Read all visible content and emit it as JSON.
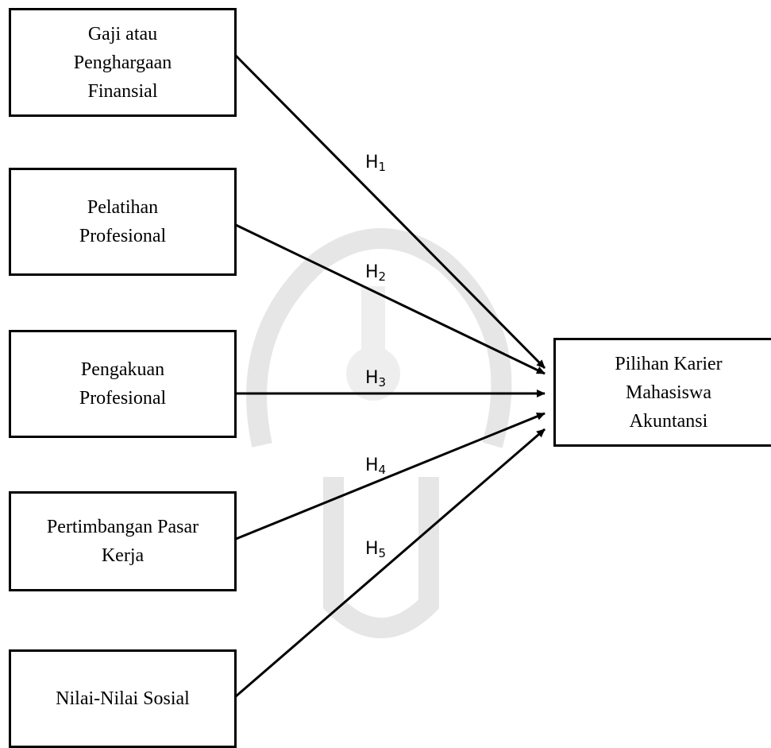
{
  "colors": {
    "line": "#000000",
    "watermark": "#e6e6e6"
  },
  "boxes": {
    "gaji": "Gaji atau\nPenghargaan\nFinansial",
    "pelatihan": "Pelatihan\nProfesional",
    "pengakuan": "Pengakuan\nProfesional",
    "pasar": "Pertimbangan Pasar\nKerja",
    "nilai": "Nilai-Nilai Sosial",
    "target": "Pilihan Karier\nMahasiswa\nAkuntansi"
  },
  "hypotheses": {
    "h1": {
      "letter": "H",
      "sub": "1"
    },
    "h2": {
      "letter": "H",
      "sub": "2"
    },
    "h3": {
      "letter": "H",
      "sub": "3"
    },
    "h4": {
      "letter": "H",
      "sub": "4"
    },
    "h5": {
      "letter": "H",
      "sub": "5"
    }
  }
}
